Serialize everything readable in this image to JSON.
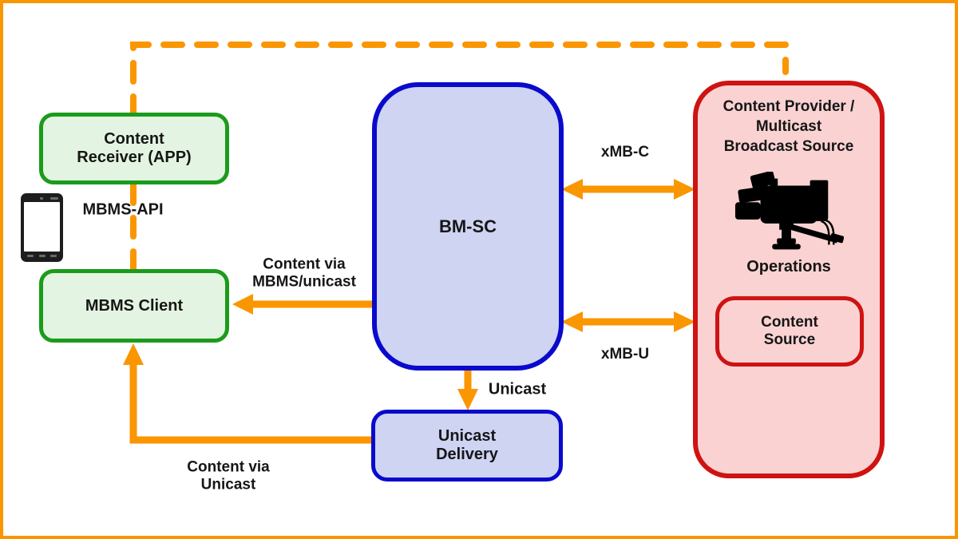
{
  "colors": {
    "orange": "#FA9600",
    "green-border": "#1B9B1B",
    "green-fill": "#E4F4E2",
    "blue-border": "#0A0ACD",
    "blue-fill": "#CED4F2",
    "red-border": "#CE1312",
    "pink-fill": "#FAD2D2",
    "ink": "#161616"
  },
  "nodes": {
    "content_receiver": "Content\nReceiver (APP)",
    "mbms_client": "MBMS Client",
    "bm_sc": "BM-SC",
    "unicast_delivery": "Unicast\nDelivery",
    "content_provider": "Content Provider /\nMulticast\nBroadcast Source",
    "operations": "Operations",
    "content_source": "Content\nSource"
  },
  "edge_labels": {
    "mbms_api": "MBMS-API",
    "xmb_c": "xMB-C",
    "xmb_u": "xMB-U",
    "content_via_mbms": "Content via\nMBMS/unicast",
    "unicast": "Unicast",
    "content_via_unicast": "Content via\nUnicast"
  },
  "icons": {
    "phone": "smartphone-icon",
    "camera": "video-camera-icon"
  }
}
